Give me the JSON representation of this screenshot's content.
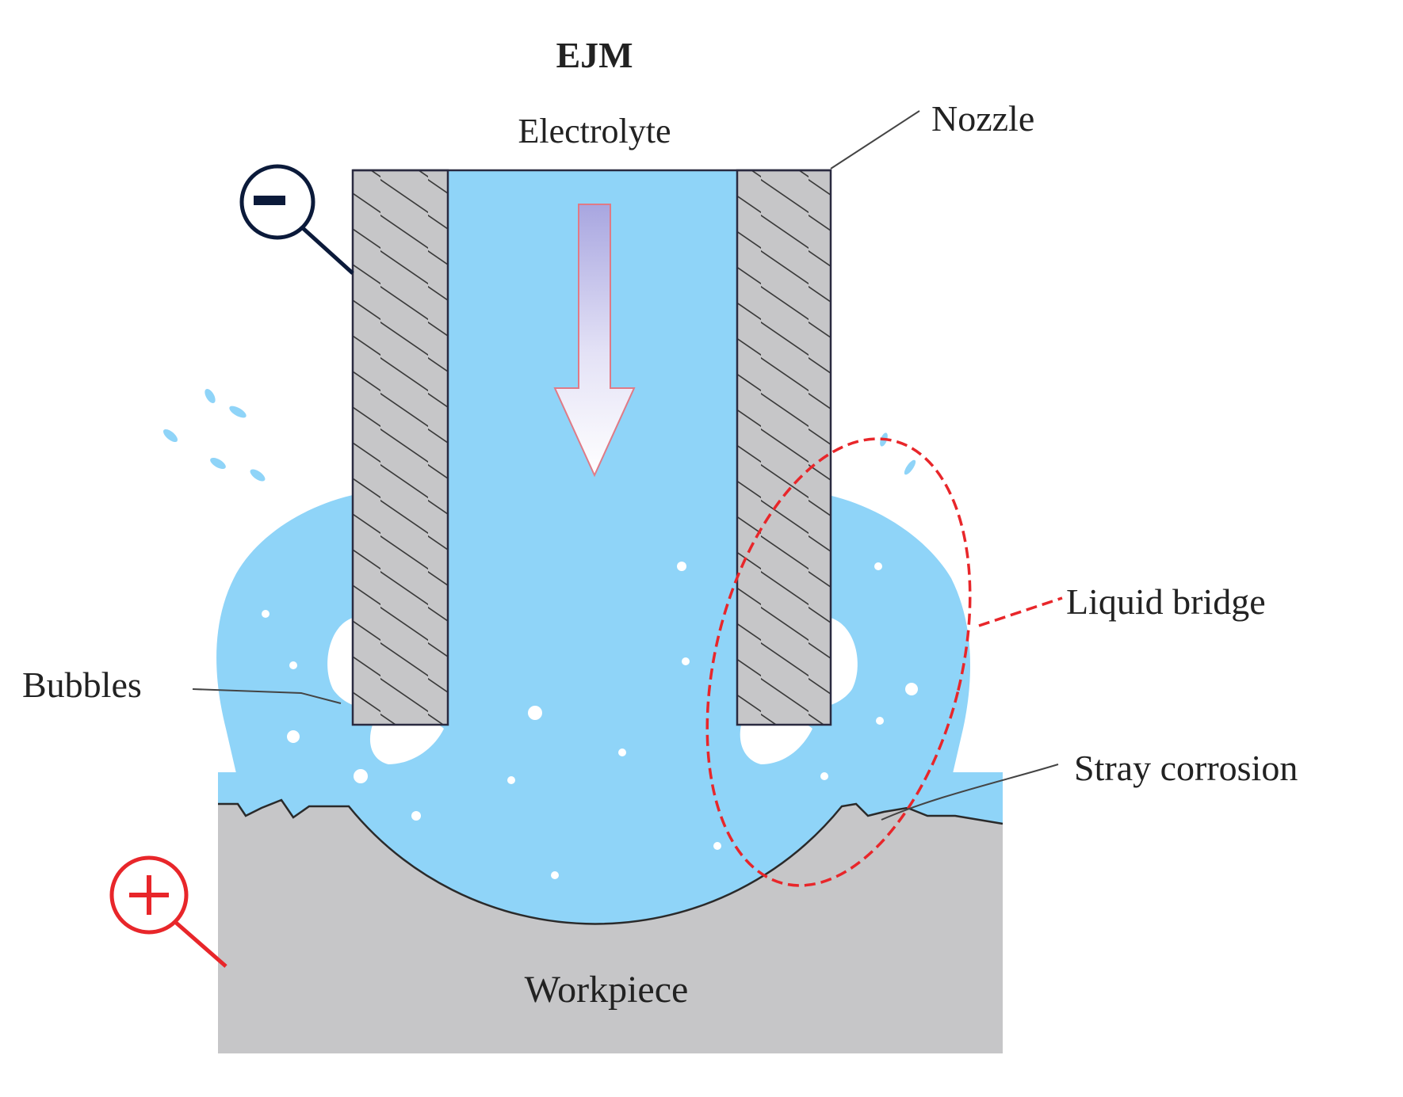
{
  "title": "EJM",
  "labels": {
    "electrolyte": "Electrolyte",
    "nozzle": "Nozzle",
    "liquid_bridge": "Liquid bridge",
    "bubbles": "Bubbles",
    "stray_corrosion": "Stray corrosion",
    "workpiece": "Workpiece"
  },
  "terminals": {
    "cathode": {
      "icon": "minus-terminal-icon",
      "color": "#0b1a3a"
    },
    "anode": {
      "icon": "plus-terminal-icon",
      "color": "#e8262a"
    }
  },
  "colors": {
    "electrolyte": "#8fd4f8",
    "nozzle": "#c6c6c8",
    "workpiece": "#c6c6c8",
    "liquid_bridge_outline": "#e8262a"
  }
}
